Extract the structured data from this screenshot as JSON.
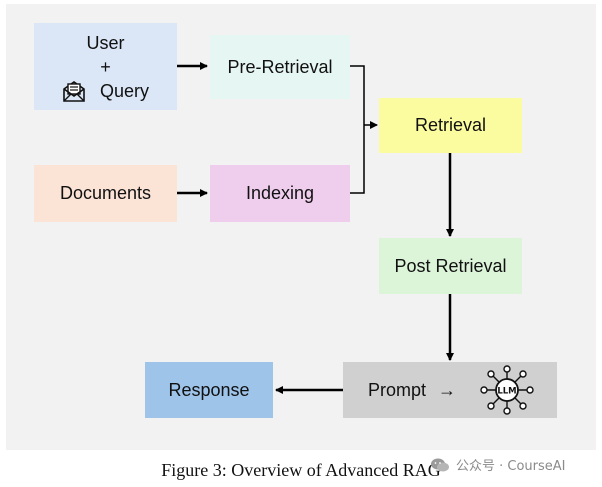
{
  "diagram": {
    "nodes": {
      "user_query": {
        "line1": "User",
        "line2": "+",
        "line3": "Query",
        "icon": "mail-document-icon"
      },
      "pre_retrieval": {
        "label": "Pre-Retrieval"
      },
      "documents": {
        "label": "Documents"
      },
      "indexing": {
        "label": "Indexing"
      },
      "retrieval": {
        "label": "Retrieval"
      },
      "post_retrieval": {
        "label": "Post Retrieval"
      },
      "prompt": {
        "label": "Prompt",
        "arrow": "→",
        "icon": "llm-network-icon",
        "icon_text": "LLM"
      },
      "response": {
        "label": "Response"
      }
    },
    "edges": [
      [
        "user_query",
        "pre_retrieval"
      ],
      [
        "documents",
        "indexing"
      ],
      [
        "pre_retrieval",
        "retrieval"
      ],
      [
        "indexing",
        "retrieval"
      ],
      [
        "retrieval",
        "post_retrieval"
      ],
      [
        "post_retrieval",
        "prompt"
      ],
      [
        "prompt",
        "response"
      ]
    ],
    "colors": {
      "user_query": "#dbe7f6",
      "pre_retrieval": "#e6f6f3",
      "documents": "#fbe3d6",
      "indexing": "#efcdec",
      "retrieval": "#fbfca0",
      "post_retrieval": "#dcf5d9",
      "prompt": "#d0d0d0",
      "response": "#9fc4ea"
    }
  },
  "caption": "Figure 3: Overview of Advanced RAG",
  "watermark": {
    "text": "公众号 · CourseAI",
    "icon": "wechat-icon"
  }
}
